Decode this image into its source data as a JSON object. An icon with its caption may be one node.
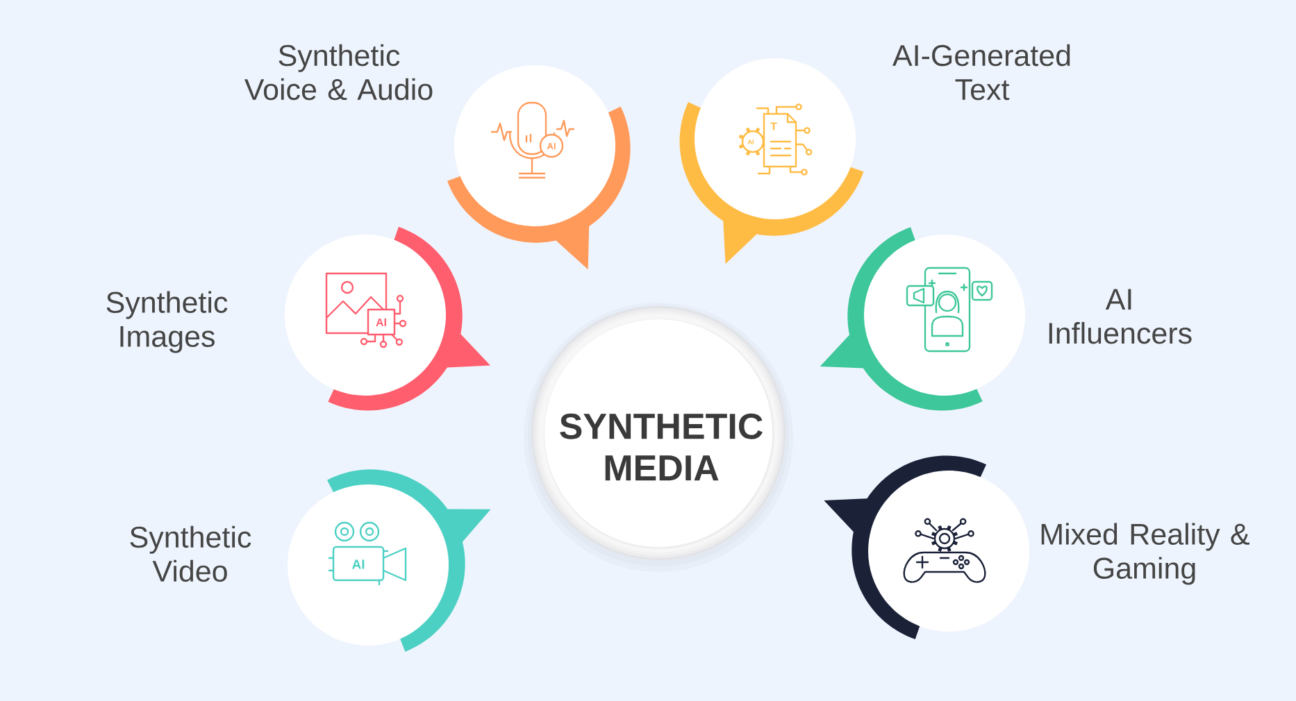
{
  "diagram": {
    "nodes": [
      {
        "text": [
          "SYNTHETIC MEDIA"
        ]
      },
      {
        "text": [
          "Synthetic Voice & Audio"
        ]
      },
      {
        "text": [
          "AI-Generated Text"
        ]
      },
      {
        "text": [
          "Synthetic Images"
        ]
      },
      {
        "text": [
          "AI Influencers"
        ]
      },
      {
        "text": [
          "Synthetic Video"
        ]
      },
      {
        "text": [
          "Mixed Reality & Gaming"
        ]
      }
    ],
    "labels": [
      "AI",
      "T",
      "AI",
      "AI",
      "AI"
    ]
  }
}
